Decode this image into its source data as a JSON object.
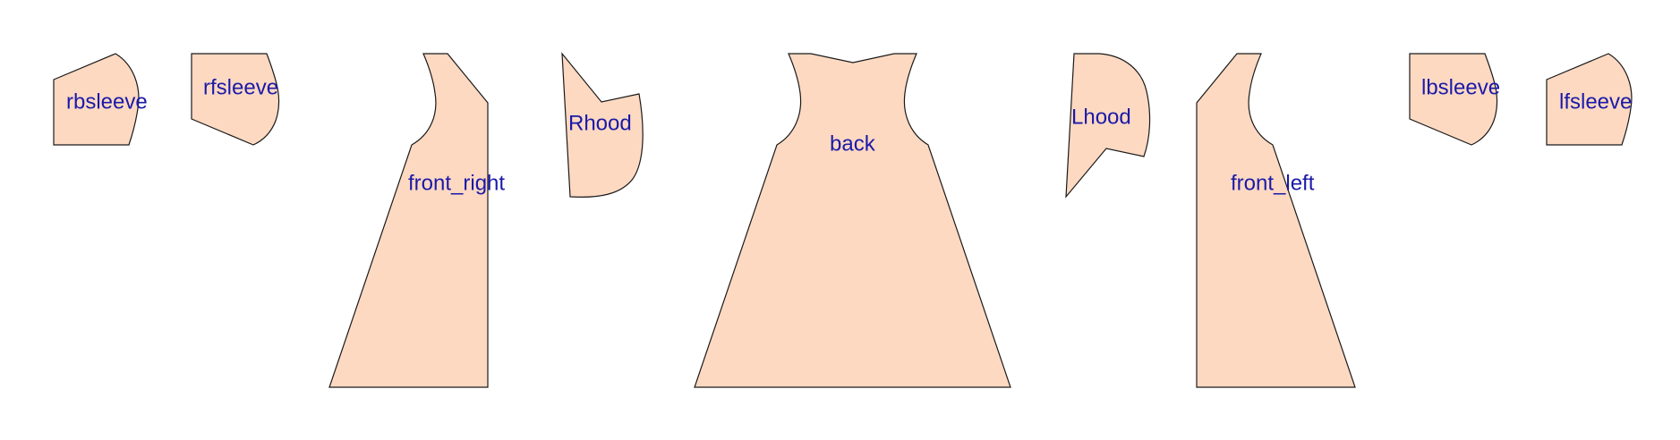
{
  "style": {
    "background": "#ffffff",
    "fill": "#fed9c2",
    "stroke": "#1a1a1a",
    "label_color": "#1a1aa8"
  },
  "pieces": [
    {
      "id": "rbsleeve",
      "label": "rbsleeve"
    },
    {
      "id": "rfsleeve",
      "label": "rfsleeve"
    },
    {
      "id": "front_right",
      "label": "front_right"
    },
    {
      "id": "rhood",
      "label": "Rhood"
    },
    {
      "id": "back",
      "label": "back"
    },
    {
      "id": "lhood",
      "label": "Lhood"
    },
    {
      "id": "front_left",
      "label": "front_left"
    },
    {
      "id": "lbsleeve",
      "label": "lbsleeve"
    },
    {
      "id": "lfsleeve",
      "label": "lfsleeve"
    }
  ]
}
